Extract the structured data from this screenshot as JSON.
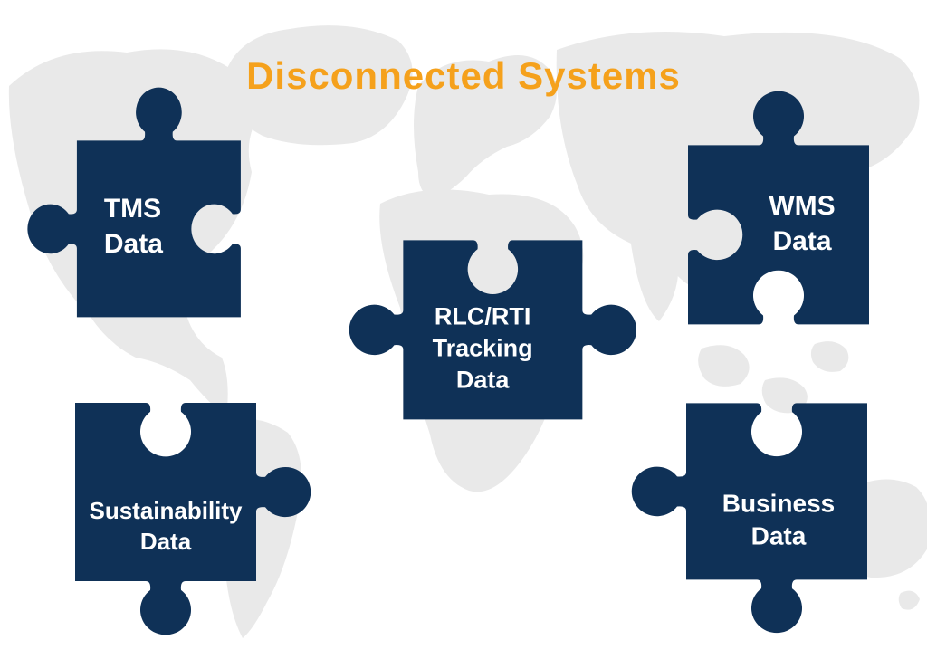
{
  "title": "Disconnected Systems",
  "colors": {
    "title": "#F5A11C",
    "piece": "#0F3157",
    "label": "#FFFFFF",
    "map_land": "#E9E9E9",
    "background": "#FFFFFF"
  },
  "pieces": [
    {
      "name": "tms",
      "label": "TMS\nData",
      "edges": {
        "top": "tab",
        "right": "slot",
        "bottom": "flat",
        "left": "tab"
      }
    },
    {
      "name": "wms",
      "label": "WMS\nData",
      "edges": {
        "top": "tab",
        "right": "flat",
        "bottom": "slot",
        "left": "slot"
      }
    },
    {
      "name": "rlc-rti-tracking",
      "label": "RLC/RTI\nTracking\nData",
      "edges": {
        "top": "slot",
        "right": "tab",
        "bottom": "flat",
        "left": "tab"
      }
    },
    {
      "name": "sustainability",
      "label": "Sustainability\nData",
      "edges": {
        "top": "slot",
        "right": "tab",
        "bottom": "tab",
        "left": "flat"
      }
    },
    {
      "name": "business",
      "label": "Business\nData",
      "edges": {
        "top": "slot",
        "right": "flat",
        "bottom": "tab",
        "left": "tab"
      }
    }
  ]
}
